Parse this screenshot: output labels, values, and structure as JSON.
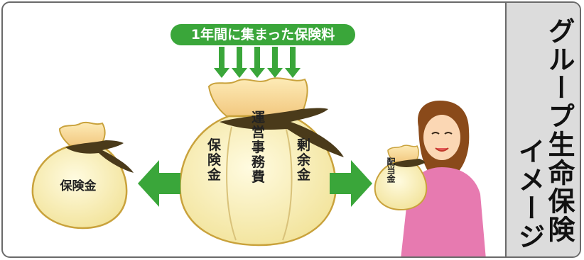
{
  "banner": {
    "label": "1年間に集まった保険料"
  },
  "side_title": {
    "line1": "グループ生命保険",
    "line2": "イメージ"
  },
  "main_bag": {
    "col1": "保険金",
    "col2": "運営事務費",
    "col3": "剰余金"
  },
  "left_bag": {
    "label": "保険金"
  },
  "small_bag": {
    "label": "配当金"
  },
  "colors": {
    "green": "#3aa63a",
    "bag_fill": "#fdf5c8",
    "bag_stroke": "#c9a23c",
    "tie": "#4a3a1a",
    "side_bg": "#dcdcdc",
    "woman_shirt": "#e77ab0",
    "woman_hair": "#8a4a1a"
  }
}
